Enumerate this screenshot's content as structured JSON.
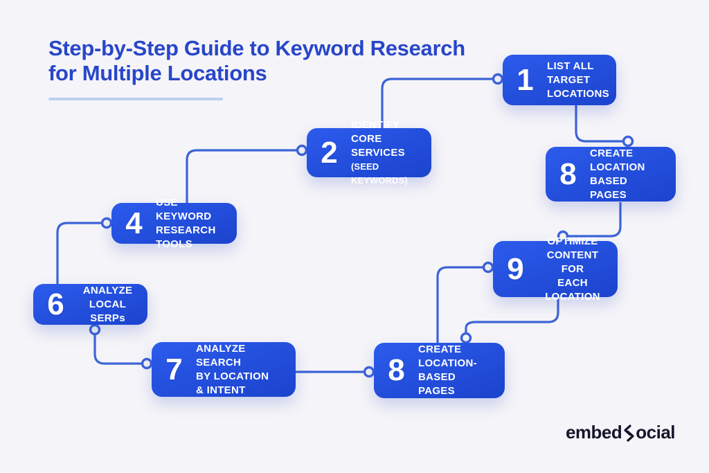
{
  "page": {
    "title_line1": "Step-by-Step Guide to Keyword Research",
    "title_line2": "for Multiple Locations"
  },
  "steps": [
    {
      "number": "1",
      "lines": [
        "LIST ALL",
        "TARGET",
        "LOCATIONS"
      ]
    },
    {
      "number": "2",
      "lines": [
        "IDENTIFY CORE",
        "SERVICES",
        "(SEED KEYWORDS)"
      ]
    },
    {
      "number": "8",
      "lines": [
        "CREATE",
        "LOCATION",
        "BASED PAGES"
      ]
    },
    {
      "number": "4",
      "lines": [
        "USE KEYWORD",
        "RESEARCH TOOLS"
      ]
    },
    {
      "number": "9",
      "lines": [
        "OPTIMIZE",
        "CONTENT FOR",
        "EACH LOCATION"
      ]
    },
    {
      "number": "6",
      "lines": [
        "ANALYZE",
        "LOCAL SERPs"
      ]
    },
    {
      "number": "7",
      "lines": [
        "ANALYZE SEARCH",
        "BY LOCATION",
        "& INTENT"
      ]
    },
    {
      "number": "8",
      "lines": [
        "CREATE",
        "LOCATION-BASED",
        "PAGES"
      ]
    }
  ],
  "brand": {
    "logo_prefix": "embed",
    "logo_suffix": "ocial",
    "logo_glyph": "s-made-of-two-chevrons"
  },
  "colors": {
    "background": "#f5f4f8",
    "title_text": "#2846c9",
    "title_underline": "#bdd0ee",
    "box_gradient_start": "#2c5bec",
    "box_gradient_end": "#1b43cd",
    "box_text": "#ffffff",
    "connector_line": "#3c63d8",
    "connector_ring_fill": "#f5f4f8",
    "logo_text": "#16162b"
  }
}
